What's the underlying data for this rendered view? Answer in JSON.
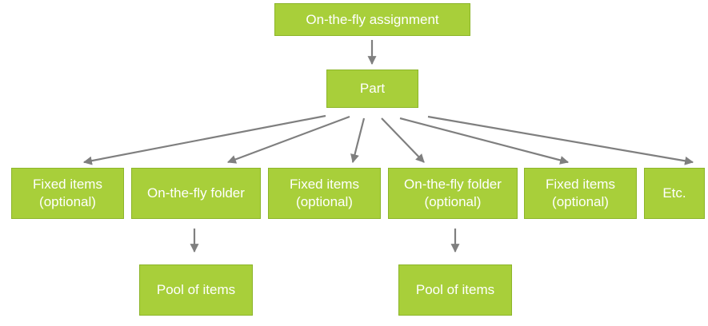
{
  "colors": {
    "box_fill": "#a8cf3a",
    "box_border": "#8cb52a",
    "text": "#ffffff",
    "arrow": "#7f7f7f"
  },
  "nodes": {
    "root": {
      "label": "On-the-fly assignment"
    },
    "part": {
      "label": "Part"
    },
    "fixed_1": {
      "label": "Fixed items\n(optional)"
    },
    "folder_1": {
      "label": "On-the-fly folder"
    },
    "fixed_2": {
      "label": "Fixed items\n(optional)"
    },
    "folder_2": {
      "label": "On-the-fly folder\n(optional)"
    },
    "fixed_3": {
      "label": "Fixed items\n(optional)"
    },
    "etc": {
      "label": "Etc."
    },
    "pool_1": {
      "label": "Pool of items"
    },
    "pool_2": {
      "label": "Pool of items"
    }
  }
}
